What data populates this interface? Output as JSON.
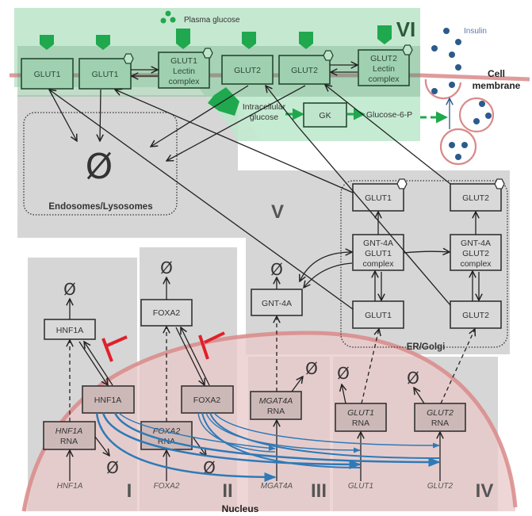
{
  "title": "Glucose transporter regulation network",
  "regions": {
    "I": "I",
    "II": "II",
    "III": "III",
    "IV": "IV",
    "V": "V",
    "VI": "VI"
  },
  "labels": {
    "plasma_glucose": "Plasma glucose",
    "insulin": "Insulin",
    "cell_membrane_1": "Cell",
    "cell_membrane_2": "membrane",
    "intracellular_glucose_1": "Intracellular",
    "intracellular_glucose_2": "glucose",
    "glucose6p": "Glucose-6-P",
    "endosomes": "Endosomes/Lysosomes",
    "er_golgi": "ER/Golgi",
    "nucleus": "Nucleus",
    "null_symbol": "Ø"
  },
  "membrane_nodes": [
    {
      "id": "glut1-surface",
      "lines": [
        "GLUT1"
      ],
      "glycosylated": false
    },
    {
      "id": "glut1-surface-glyco",
      "lines": [
        "GLUT1"
      ],
      "glycosylated": true
    },
    {
      "id": "glut1-lectin",
      "lines": [
        "GLUT1",
        "Lectin",
        "complex"
      ],
      "glycosylated": true
    },
    {
      "id": "glut2-surface",
      "lines": [
        "GLUT2"
      ],
      "glycosylated": false
    },
    {
      "id": "glut2-surface-glyco",
      "lines": [
        "GLUT2"
      ],
      "glycosylated": true
    },
    {
      "id": "glut2-lectin",
      "lines": [
        "GLUT2",
        "Lectin",
        "complex"
      ],
      "glycosylated": true
    }
  ],
  "gk_node": {
    "lines": [
      "GK"
    ]
  },
  "er_nodes": {
    "glut1_glyco": {
      "lines": [
        "GLUT1"
      ]
    },
    "glut2_glyco": {
      "lines": [
        "GLUT2"
      ]
    },
    "gnt_glut1": {
      "lines": [
        "GNT-4A",
        "GLUT1",
        "complex"
      ]
    },
    "gnt_glut2": {
      "lines": [
        "GNT-4A",
        "GLUT2",
        "complex"
      ]
    },
    "glut1": {
      "lines": [
        "GLUT1"
      ]
    },
    "glut2": {
      "lines": [
        "GLUT2"
      ]
    }
  },
  "gnt4a": {
    "lines": [
      "GNT-4A"
    ]
  },
  "cytoplasm_tf": {
    "hnf1a": {
      "lines": [
        "HNF1A"
      ]
    },
    "foxa2": {
      "lines": [
        "FOXA2"
      ]
    }
  },
  "nuclear_tf": {
    "hnf1a": {
      "lines": [
        "HNF1A"
      ]
    },
    "foxa2": {
      "lines": [
        "FOXA2"
      ]
    }
  },
  "rna_nodes": {
    "hnf1a": {
      "gene": "HNF1A",
      "suffix": "RNA"
    },
    "foxa2": {
      "gene": "FOXA2",
      "suffix": "RNA"
    },
    "mgat4a": {
      "gene": "MGAT4A",
      "suffix": "RNA"
    },
    "glut1": {
      "gene": "GLUT1",
      "suffix": "RNA"
    },
    "glut2": {
      "gene": "GLUT2",
      "suffix": "RNA"
    }
  },
  "genes": [
    "HNF1A",
    "FOXA2",
    "MGAT4A",
    "GLUT1",
    "GLUT2"
  ],
  "colors": {
    "membrane_zone": "#bfe6cc",
    "membrane_band": "#8fbf9f",
    "green_accent": "#1fa84d",
    "panel_gray": "#d6d6d6",
    "nucleus_fill": "#e9c8c8",
    "nucleus_border": "#d98a8a",
    "inhibition_red": "#e0202a",
    "transcription_blue": "#2e7ab8",
    "insulin_blue": "#2d5a8c"
  }
}
